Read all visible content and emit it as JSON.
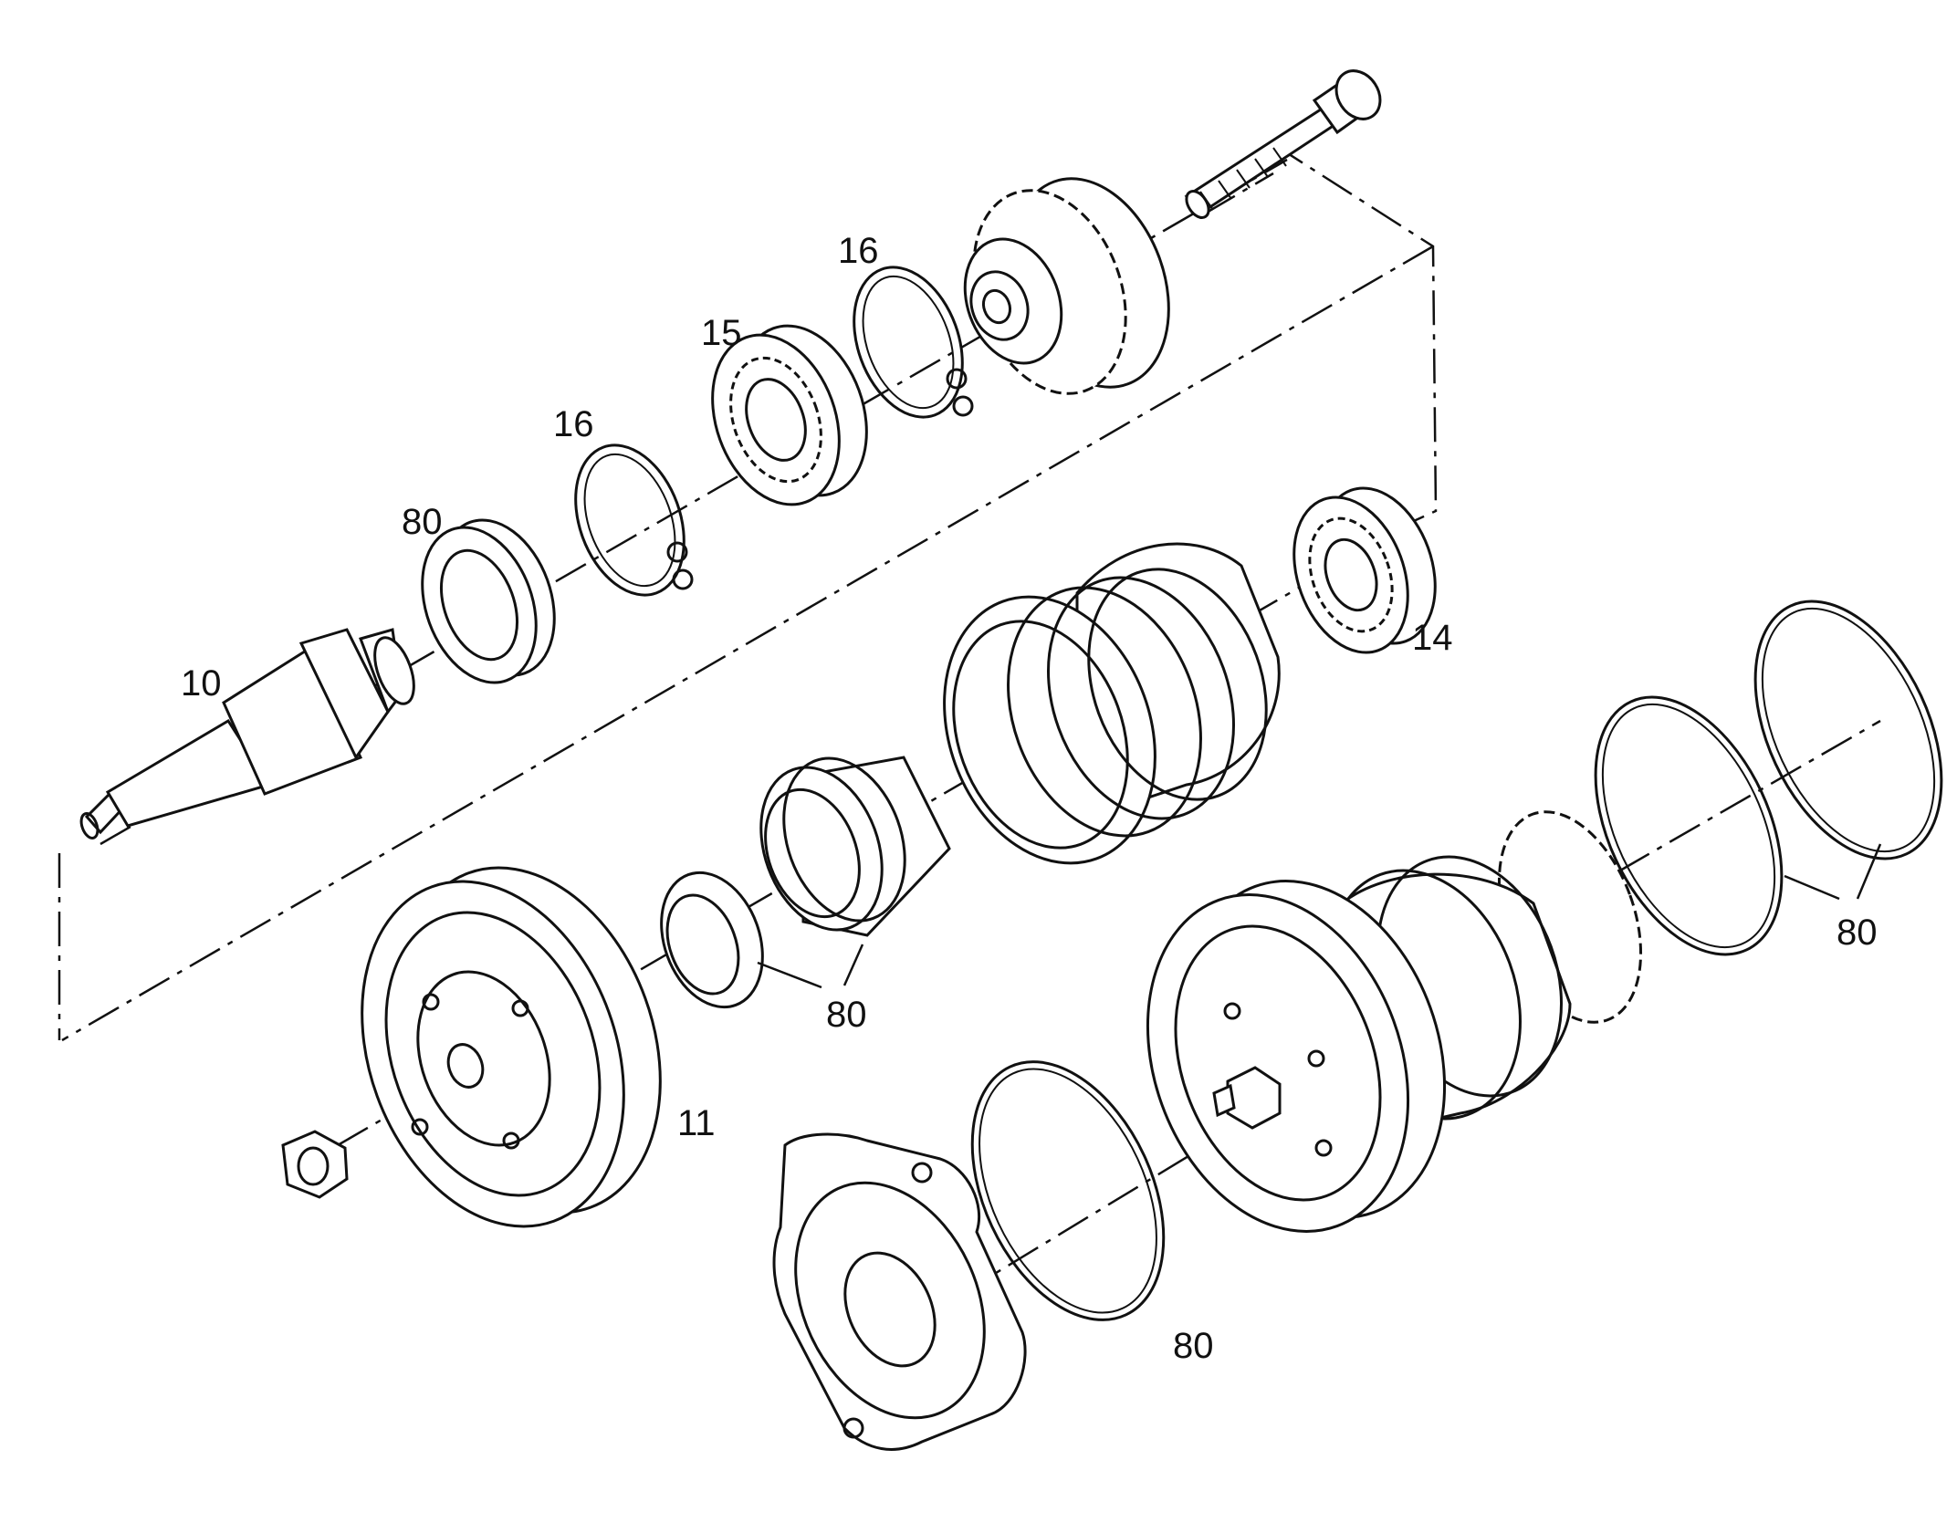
{
  "callouts": {
    "shaft": "10",
    "flange_housing": "11",
    "bearing_rear": "14",
    "bearing_front": "15",
    "circlip_upper": "16",
    "circlip_lower": "16",
    "seal_shaft": "80",
    "seal_set_middle": "80",
    "orings_right": "80",
    "oring_cover": "80"
  },
  "colors": {
    "line": "#111111",
    "background": "#ffffff"
  }
}
